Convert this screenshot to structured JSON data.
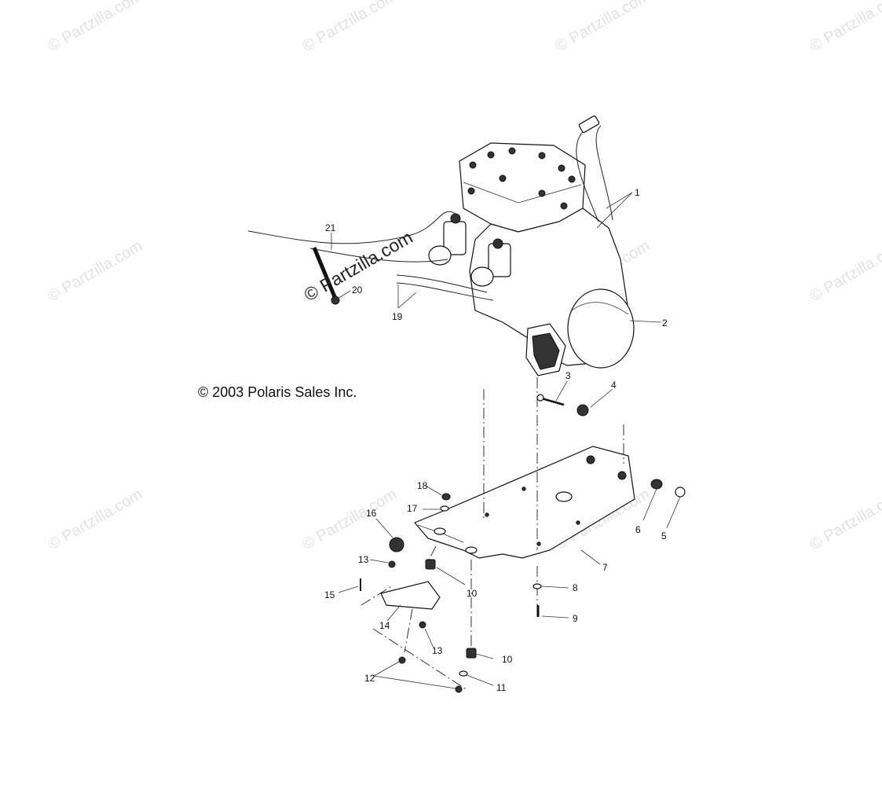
{
  "copyright": "© 2003 Polaris Sales Inc.",
  "watermark": "© Partzilla.com",
  "callouts": [
    "1",
    "2",
    "3",
    "4",
    "5",
    "6",
    "7",
    "8",
    "9",
    "10",
    "10",
    "11",
    "12",
    "13",
    "13",
    "14",
    "15",
    "16",
    "17",
    "18",
    "19",
    "20",
    "21"
  ]
}
